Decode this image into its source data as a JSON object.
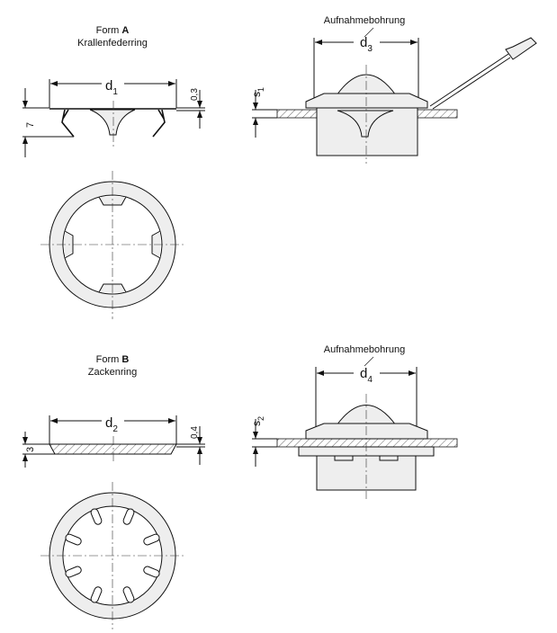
{
  "form_a": {
    "title_prefix": "Form",
    "title_letter": "A",
    "subtitle": "Krallenfederring",
    "dim_d": "d",
    "dim_d_sub": "1",
    "dim_thickness": "0,3",
    "dim_height": "7"
  },
  "mount_a": {
    "label": "Aufnahmebohrung",
    "dim_d": "d",
    "dim_d_sub": "3",
    "dim_s": "s",
    "dim_s_sub": "1"
  },
  "form_b": {
    "title_prefix": "Form",
    "title_letter": "B",
    "subtitle": "Zackenring",
    "dim_d": "d",
    "dim_d_sub": "2",
    "dim_thickness": "0,4",
    "dim_height": "3"
  },
  "mount_b": {
    "label": "Aufnahmebohrung",
    "dim_d": "d",
    "dim_d_sub": "4",
    "dim_s": "s",
    "dim_s_sub": "2"
  }
}
